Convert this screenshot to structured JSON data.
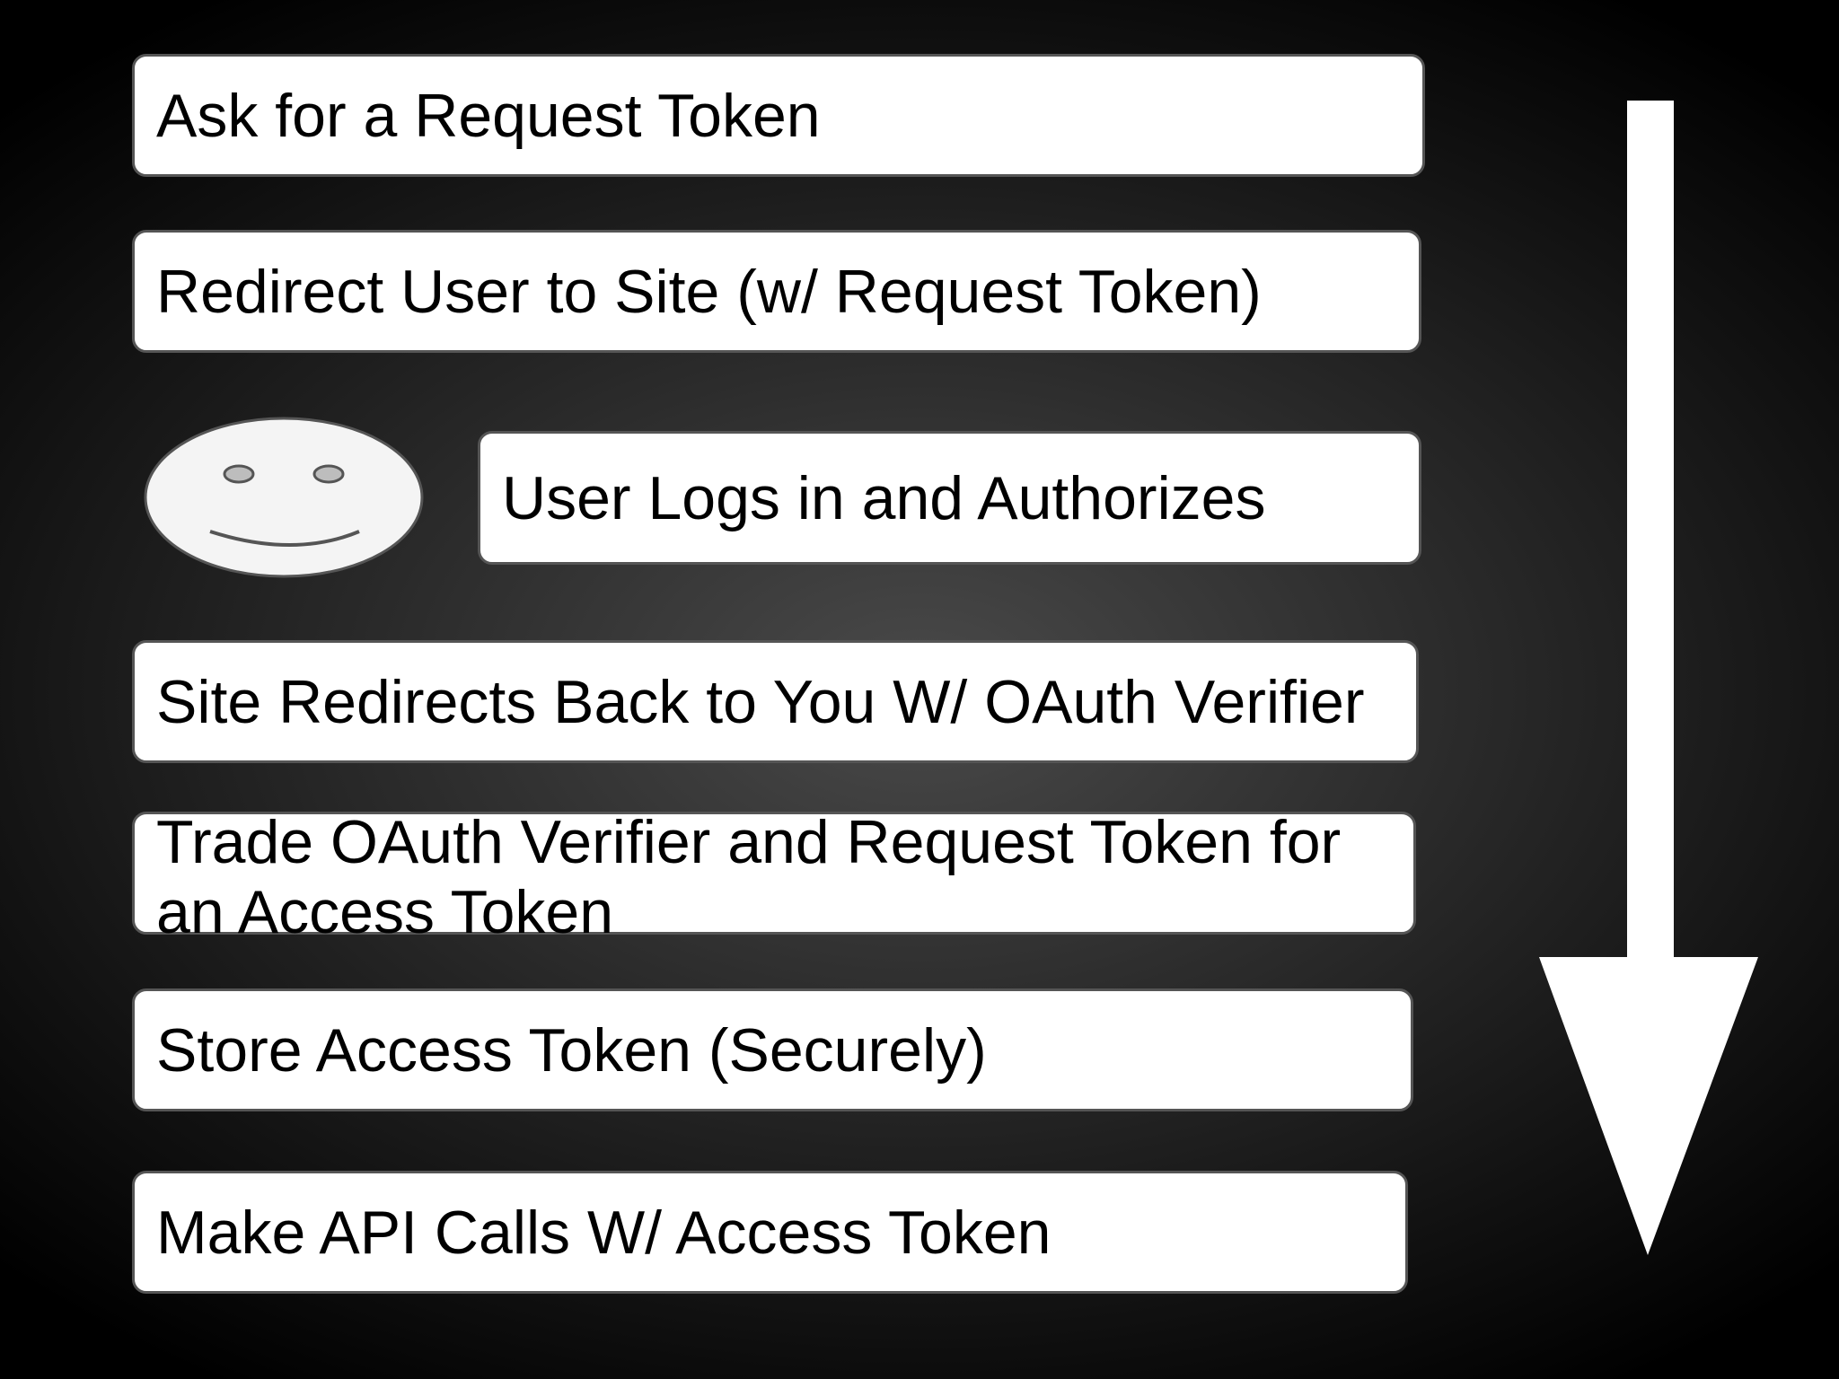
{
  "steps": [
    {
      "label": "Ask for a Request Token"
    },
    {
      "label": "Redirect User to Site (w/ Request Token)"
    },
    {
      "label": "User Logs in and Authorizes"
    },
    {
      "label": "Site Redirects Back to You W/ OAuth Verifier"
    },
    {
      "label": "Trade OAuth Verifier and Request Token for an Access Token"
    },
    {
      "label": "Store Access Token (Securely)"
    },
    {
      "label": "Make API Calls W/ Access Token"
    }
  ],
  "icons": {
    "user": "smiley-face-icon",
    "flow": "down-arrow-icon"
  },
  "colors": {
    "box_fill": "#ffffff",
    "box_border": "#555555",
    "text": "#000000",
    "arrow": "#ffffff"
  }
}
